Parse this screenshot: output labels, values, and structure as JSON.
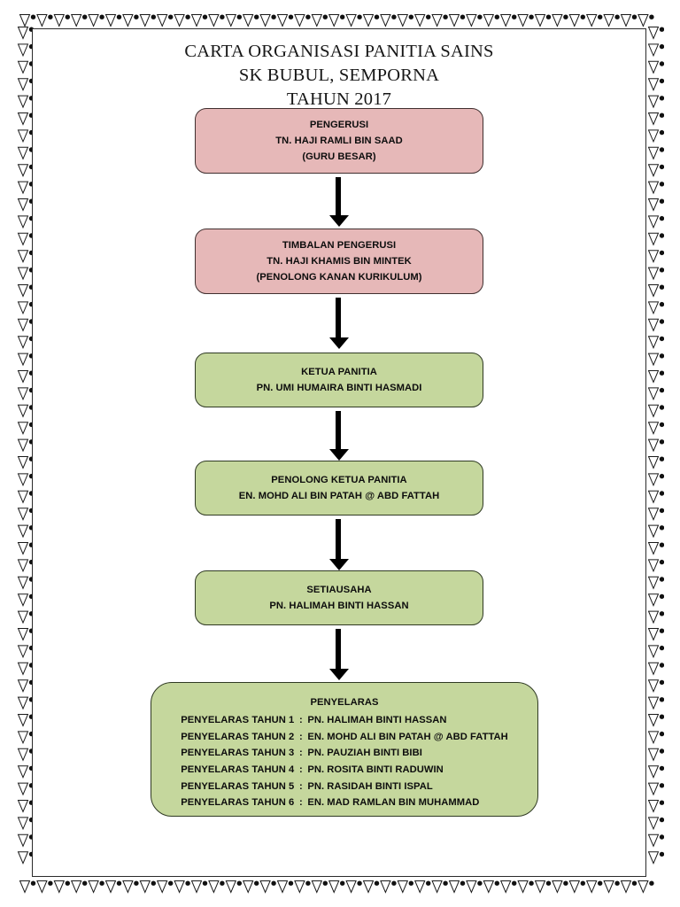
{
  "document": {
    "title_lines": [
      "CARTA ORGANISASI PANITIA SAINS",
      "SK BUBUL, SEMPORNA",
      "TAHUN 2017"
    ]
  },
  "colors": {
    "pink_fill": "#E6B8B8",
    "green_fill": "#C5D79D",
    "border_dark": "#3A2F2F",
    "arrow": "#000000",
    "page_background": "#FFFFFF"
  },
  "chart_data": {
    "type": "diagram",
    "subtype": "organization-chart",
    "title": "CARTA ORGANISASI PANITIA SAINS SK BUBUL, SEMPORNA TAHUN 2017",
    "orientation": "vertical-top-to-bottom",
    "connector": "down-arrow",
    "nodes": [
      {
        "id": "pengerusi",
        "color": "pink",
        "lines": [
          "PENGERUSI",
          "TN. HAJI RAMLI BIN SAAD",
          "(GURU BESAR)"
        ]
      },
      {
        "id": "timbalan-pengerusi",
        "color": "pink",
        "lines": [
          "TIMBALAN PENGERUSI",
          "TN. HAJI KHAMIS BIN MINTEK",
          "(PENOLONG KANAN KURIKULUM)"
        ]
      },
      {
        "id": "ketua-panitia",
        "color": "green",
        "lines": [
          "KETUA PANITIA",
          "PN. UMI HUMAIRA BINTI HASMADI"
        ]
      },
      {
        "id": "penolong-ketua-panitia",
        "color": "green",
        "lines": [
          "PENOLONG KETUA PANITIA",
          "EN. MOHD ALI BIN PATAH @ ABD FATTAH"
        ]
      },
      {
        "id": "setiausaha",
        "color": "green",
        "lines": [
          "SETIAUSAHA",
          "PN. HALIMAH BINTI HASSAN"
        ]
      }
    ],
    "coordinators": {
      "id": "penyelaras",
      "color": "green",
      "heading": "PENYELARAS",
      "separator": ":",
      "rows": [
        {
          "label": "PENYELARAS TAHUN 1",
          "name": "PN. HALIMAH BINTI HASSAN"
        },
        {
          "label": "PENYELARAS TAHUN 2",
          "name": "EN. MOHD ALI BIN PATAH @ ABD FATTAH"
        },
        {
          "label": "PENYELARAS TAHUN 3",
          "name": "PN. PAUZIAH BINTI BIBI"
        },
        {
          "label": "PENYELARAS TAHUN 4",
          "name": "PN. ROSITA BINTI RADUWIN"
        },
        {
          "label": "PENYELARAS TAHUN 5",
          "name": "PN. RASIDAH BINTI ISPAL"
        },
        {
          "label": "PENYELARAS TAHUN 6",
          "name": "EN. MAD RAMLAN BIN MUHAMMAD"
        }
      ]
    }
  },
  "border": {
    "style": "triangles-and-dots"
  }
}
